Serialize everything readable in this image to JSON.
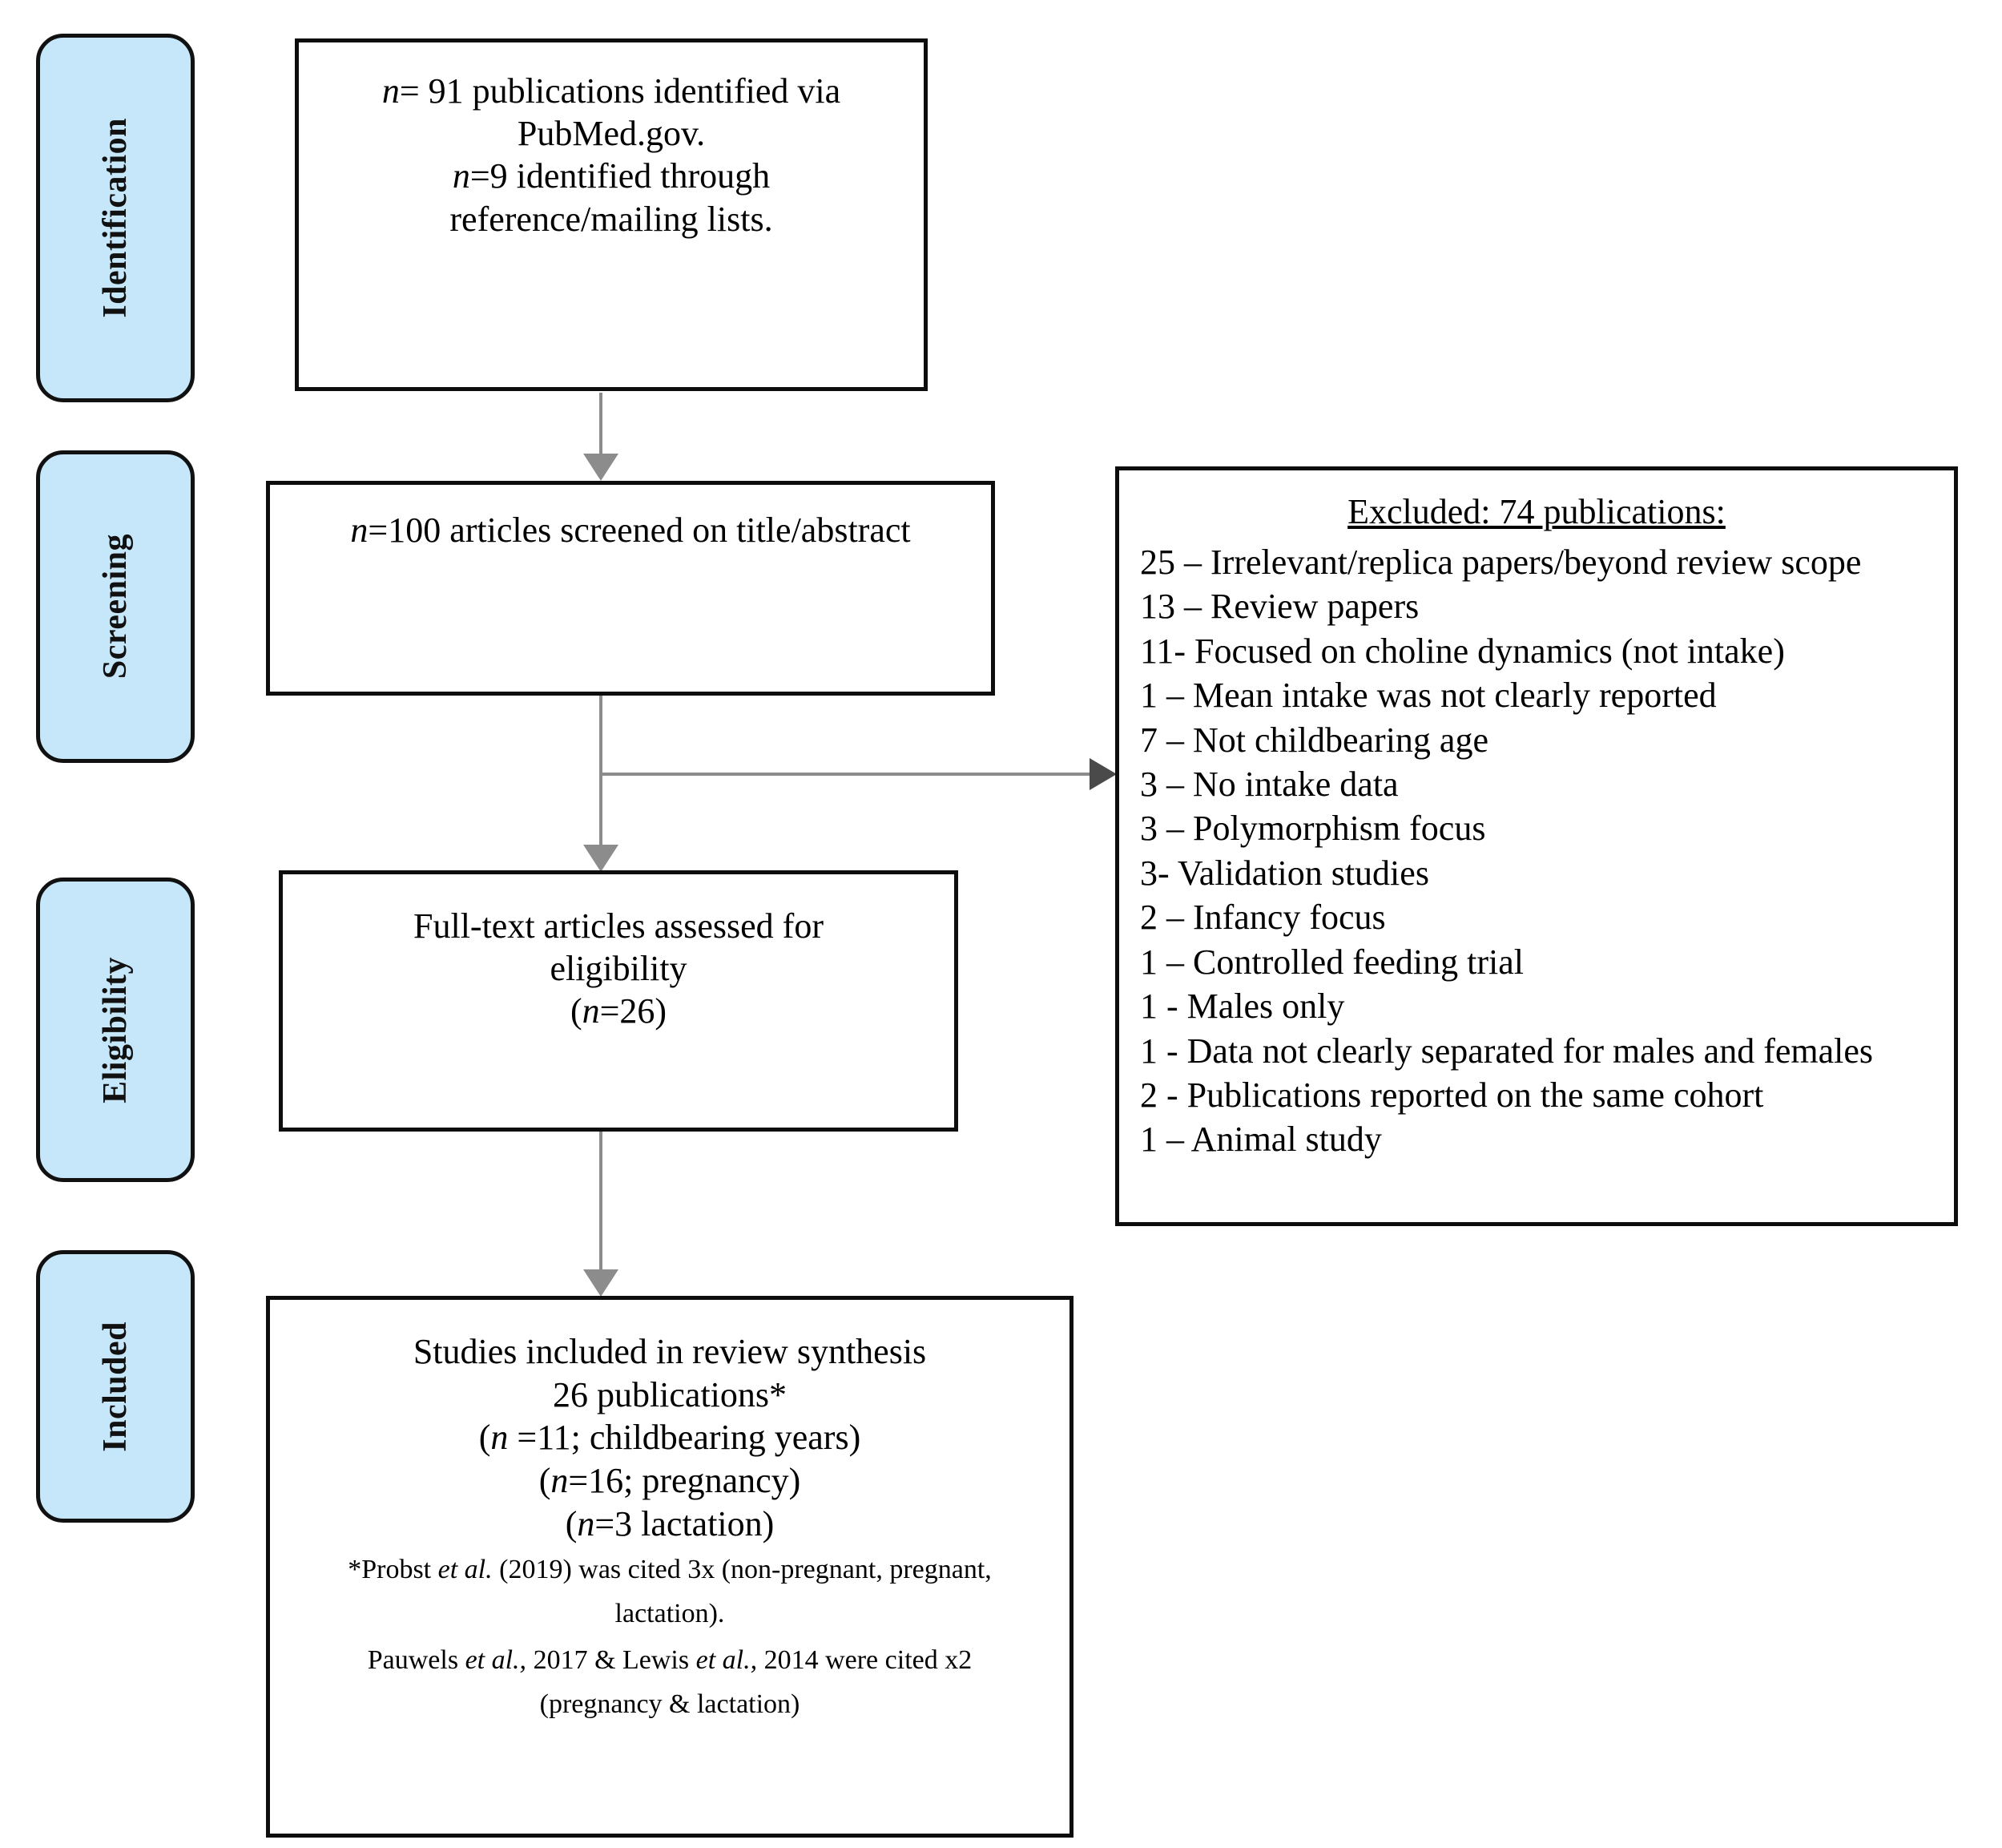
{
  "diagram": {
    "title": "PRISMA flow diagram",
    "accent_blue": "#c5e7f9",
    "border_black": "#0d0d0d",
    "connector_gray": "#8c8c8c"
  },
  "stages": [
    {
      "id": "identification",
      "label": "Identification"
    },
    {
      "id": "screening",
      "label": "Screening"
    },
    {
      "id": "eligibility",
      "label": "Eligibility"
    },
    {
      "id": "included",
      "label": "Included"
    }
  ],
  "boxes": {
    "identification": {
      "line1_n": "n",
      "line1_rest": "= 91 publications identified via",
      "line2": "PubMed.gov.",
      "line3_n": "n",
      "line3_rest": "=9 identified through",
      "line4": "reference/mailing lists."
    },
    "screening": {
      "line1_n": "n",
      "line1_rest": "=100 articles screened on title/abstract"
    },
    "eligibility": {
      "line1": "Full-text articles assessed for",
      "line2": "eligibility",
      "line3_open": "(",
      "line3_n": "n",
      "line3_rest": "=26)"
    },
    "included": {
      "line1": "Studies included in review synthesis",
      "line2": "26 publications*",
      "line3_open": "(",
      "line3_n": "n",
      "line3_rest": " =11; childbearing years)",
      "line4_open": "(",
      "line4_n": "n",
      "line4_rest": "=16; pregnancy)",
      "line5_open": "(",
      "line5_n": "n",
      "line5_rest": "=3 lactation)",
      "note1_a": "*Probst ",
      "note1_ital": "et al.",
      "note1_b": " (2019) was cited 3x (non-pregnant, pregnant, lactation).",
      "note2_a": "Pauwels ",
      "note2_ital1": "et al.,",
      "note2_b": " 2017 & Lewis ",
      "note2_ital2": "et al.,",
      "note2_c": " 2014 were cited x2 (pregnancy & lactation)"
    },
    "excluded": {
      "title": "Excluded: 74 publications:",
      "items": [
        "25 – Irrelevant/replica papers/beyond review scope",
        "13 – Review papers",
        "11- Focused on choline dynamics (not intake)",
        "1 – Mean intake was not clearly reported",
        "7 – Not childbearing age",
        "3 – No intake data",
        "3 – Polymorphism focus",
        "3- Validation studies",
        "2 – Infancy focus",
        "1 – Controlled feeding trial",
        "1 - Males only",
        "1 - Data not clearly separated for males and females",
        "2 - Publications reported on the same cohort",
        "1 – Animal study"
      ]
    }
  },
  "connectors": [
    {
      "id": "identification-to-screening",
      "type": "arrow-down"
    },
    {
      "id": "screening-to-eligibility",
      "type": "arrow-down"
    },
    {
      "id": "screening-to-excluded",
      "type": "arrow-right"
    },
    {
      "id": "eligibility-to-included",
      "type": "arrow-down"
    }
  ]
}
